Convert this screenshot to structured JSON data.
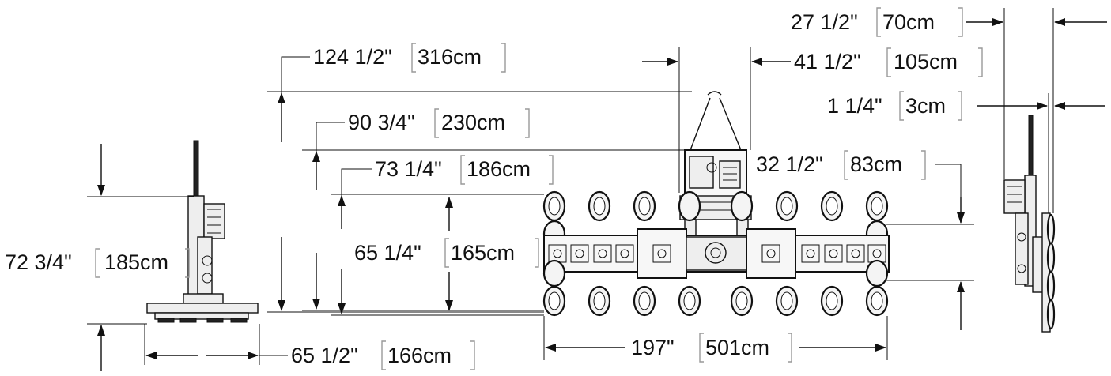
{
  "dimensions": {
    "side_height": {
      "imperial": "72 3/4\"",
      "metric": "185cm"
    },
    "side_width": {
      "imperial": "65 1/2\"",
      "metric": "166cm"
    },
    "total_height": {
      "imperial": "124 1/2\"",
      "metric": "316cm"
    },
    "frame_top": {
      "imperial": "90 3/4\"",
      "metric": "230cm"
    },
    "frame_height": {
      "imperial": "73 1/4\"",
      "metric": "186cm"
    },
    "pad_span": {
      "imperial": "65 1/4\"",
      "metric": "165cm"
    },
    "center_width": {
      "imperial": "41 1/2\"",
      "metric": "105cm"
    },
    "pad_spacing": {
      "imperial": "32 1/2\"",
      "metric": "83cm"
    },
    "length": {
      "imperial": "197\"",
      "metric": "501cm"
    },
    "depth": {
      "imperial": "27 1/2\"",
      "metric": "70cm"
    },
    "pad_depth": {
      "imperial": "1 1/4\"",
      "metric": "3cm"
    }
  }
}
